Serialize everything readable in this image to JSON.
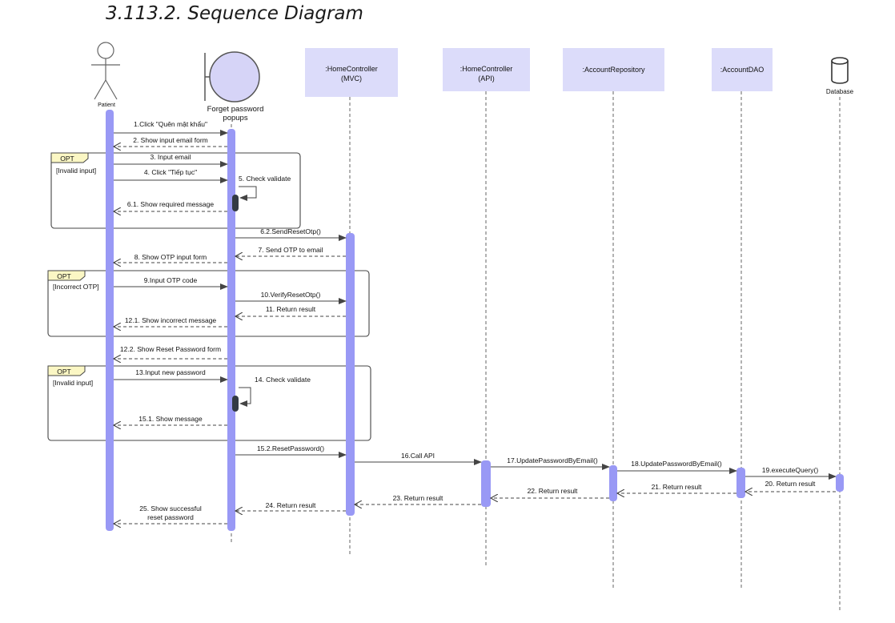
{
  "heading": "3.113.2. Sequence Diagram",
  "colors": {
    "activation": "#9999f5",
    "lifeline_box": "#dcdcfa",
    "boundary_fill": "#d6d4f7",
    "frame_tag": "#fbf7c4",
    "self_activation": "#333a44",
    "line": "#444444"
  },
  "participants": [
    {
      "id": "patient",
      "label": "Patient",
      "kind": "actor-icon"
    },
    {
      "id": "popup",
      "label": "Forget password popups",
      "lines": [
        "Forget password",
        "popups"
      ],
      "kind": "boundary-icon"
    },
    {
      "id": "hc_mvc",
      "label": ":HomeController (MVC)",
      "lines": [
        ":HomeController",
        "(MVC)"
      ],
      "kind": "box"
    },
    {
      "id": "hc_api",
      "label": ":HomeController (API)",
      "lines": [
        ":HomeController",
        "(API)"
      ],
      "kind": "box"
    },
    {
      "id": "repo",
      "label": ":AccountRepository",
      "lines": [
        ":AccountRepository"
      ],
      "kind": "box"
    },
    {
      "id": "dao",
      "label": ":AccountDAO",
      "lines": [
        ":AccountDAO"
      ],
      "kind": "box"
    },
    {
      "id": "db",
      "label": "Database",
      "kind": "database-icon"
    }
  ],
  "fragments": [
    {
      "type": "OPT",
      "guard": "[Invalid input]"
    },
    {
      "type": "OPT",
      "guard": "[Incorrect OTP]"
    },
    {
      "type": "OPT",
      "guard": "[Invalid input]"
    }
  ],
  "messages": [
    {
      "label": "1.Click \"Quên mật khẩu\"",
      "from": "patient",
      "to": "popup",
      "kind": "sync"
    },
    {
      "label": "2. Show input email form",
      "from": "popup",
      "to": "patient",
      "kind": "return"
    },
    {
      "label": "3. Input email",
      "from": "patient",
      "to": "popup",
      "kind": "sync"
    },
    {
      "label": "4. Click  \"Tiếp tục\"",
      "from": "patient",
      "to": "popup",
      "kind": "sync"
    },
    {
      "label": "5. Check validate",
      "from": "popup",
      "to": "popup",
      "kind": "self"
    },
    {
      "label": "6.1. Show required message",
      "from": "popup",
      "to": "patient",
      "kind": "return"
    },
    {
      "label": "6.2.SendResetOtp()",
      "from": "popup",
      "to": "hc_mvc",
      "kind": "sync"
    },
    {
      "label": "7. Send OTP to email",
      "from": "hc_mvc",
      "to": "popup",
      "kind": "return"
    },
    {
      "label": "8. Show OTP input form",
      "from": "popup",
      "to": "patient",
      "kind": "return"
    },
    {
      "label": "9.Input OTP code",
      "from": "patient",
      "to": "popup",
      "kind": "sync"
    },
    {
      "label": "10.VerifyResetOtp()",
      "from": "popup",
      "to": "hc_mvc",
      "kind": "sync"
    },
    {
      "label": "11. Return result",
      "from": "hc_mvc",
      "to": "popup",
      "kind": "return"
    },
    {
      "label": "12.1. Show incorrect message",
      "from": "popup",
      "to": "patient",
      "kind": "return"
    },
    {
      "label": "12.2. Show Reset Password form",
      "from": "popup",
      "to": "patient",
      "kind": "return"
    },
    {
      "label": "13.Input new password",
      "from": "patient",
      "to": "popup",
      "kind": "sync"
    },
    {
      "label": "14. Check validate",
      "from": "popup",
      "to": "popup",
      "kind": "self"
    },
    {
      "label": "15.1. Show message",
      "from": "popup",
      "to": "patient",
      "kind": "return"
    },
    {
      "label": "15.2.ResetPassword()",
      "from": "popup",
      "to": "hc_mvc",
      "kind": "sync"
    },
    {
      "label": "16.Call API",
      "from": "hc_mvc",
      "to": "hc_api",
      "kind": "sync"
    },
    {
      "label": "17.UpdatePasswordByEmail()",
      "from": "hc_api",
      "to": "repo",
      "kind": "sync"
    },
    {
      "label": "18.UpdatePasswordByEmail()",
      "from": "repo",
      "to": "dao",
      "kind": "sync"
    },
    {
      "label": "19.executeQuery()",
      "from": "dao",
      "to": "db",
      "kind": "sync"
    },
    {
      "label": "20. Return result",
      "from": "db",
      "to": "dao",
      "kind": "return"
    },
    {
      "label": "21. Return result",
      "from": "dao",
      "to": "repo",
      "kind": "return"
    },
    {
      "label": "22. Return result",
      "from": "repo",
      "to": "hc_api",
      "kind": "return"
    },
    {
      "label": "23. Return result",
      "from": "hc_api",
      "to": "hc_mvc",
      "kind": "return"
    },
    {
      "label": "24. Return result",
      "from": "hc_mvc",
      "to": "popup",
      "kind": "return"
    },
    {
      "label": "25. Show successful reset password",
      "lines": [
        "25. Show successful",
        "reset password"
      ],
      "from": "popup",
      "to": "patient",
      "kind": "return"
    }
  ]
}
